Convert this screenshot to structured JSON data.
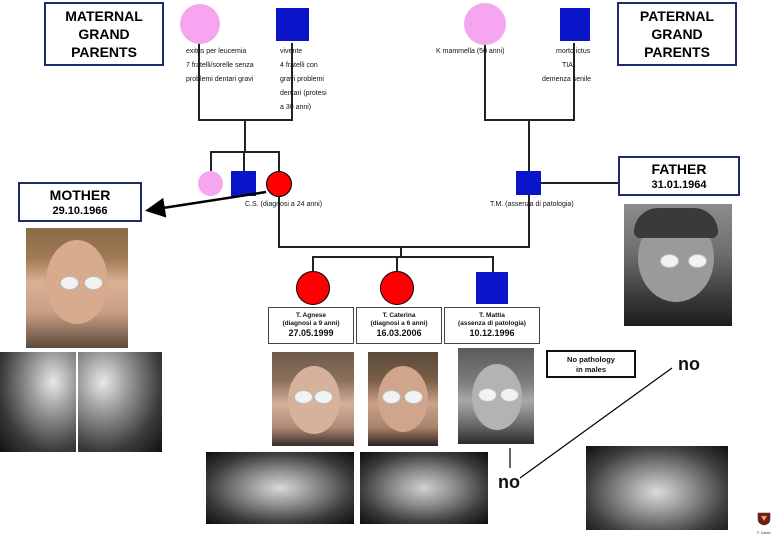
{
  "titles": {
    "maternal": [
      "MATERNAL",
      "GRAND",
      "PARENTS"
    ],
    "paternal": [
      "PATERNAL",
      "GRAND",
      "PARENTS"
    ],
    "mother": {
      "name": "MOTHER",
      "date": "29.10.1966"
    },
    "father": {
      "name": "FATHER",
      "date": "31.01.1964"
    }
  },
  "maternal_grandmother": [
    "exitus per leucemia",
    "7 fratelli/sorelle senza",
    "problemi dentari gravi"
  ],
  "maternal_grandfather": [
    "vivente",
    "4 fratelli con",
    "gravi problemi",
    "dentari (protesi",
    "a 30 anni)"
  ],
  "paternal_grandmother": [
    "K mammella (50 anni)"
  ],
  "paternal_grandfather": [
    "morto ictus",
    "TIA",
    "demenza senile"
  ],
  "mother_label": "C.S. (diagnosi a 24 anni)",
  "father_label": "T.M. (assenza di patologia)",
  "children": [
    {
      "name": "T. Agnese",
      "diag": "(diagnosi a 9 anni)",
      "date": "27.05.1999"
    },
    {
      "name": "T. Caterina",
      "diag": "(diagnosi a 6 anni)",
      "date": "16.03.2006"
    },
    {
      "name": "T. Mattia",
      "diag": "(assenza di patologia)",
      "date": "10.12.1996"
    }
  ],
  "note": [
    "No pathology",
    "in males"
  ],
  "no_labels": [
    "no",
    "no"
  ],
  "logo_caption": "F. Carels",
  "colors": {
    "affected": "#ff0000",
    "male": "#0a14c8",
    "unaffected_female": "#f6a6f0",
    "box_border": "#1f2a6b"
  }
}
